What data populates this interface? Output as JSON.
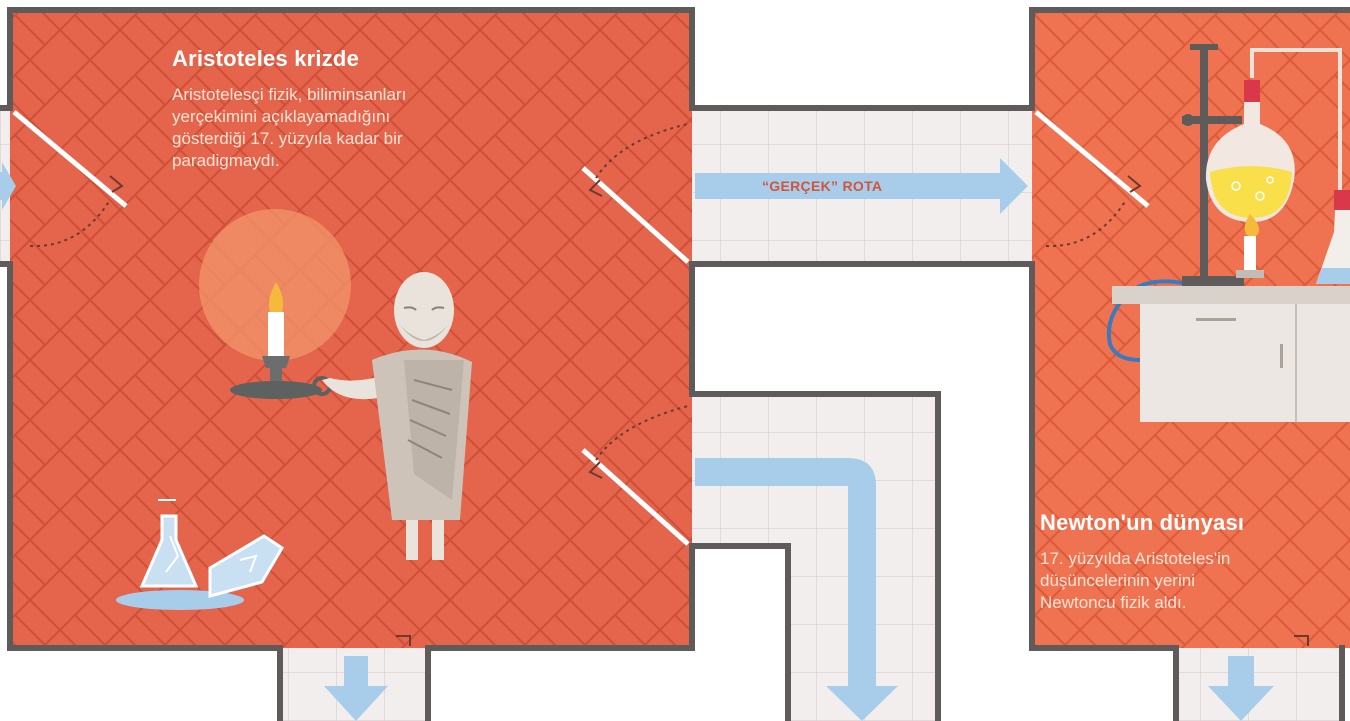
{
  "rooms": {
    "aristotle": {
      "title": "Aristoteles krizde",
      "lines": [
        "Aristotelesçi fizik, biliminsanları",
        "yerçekimini açıklayamadığını",
        "gösterdiği 17. yüzyıla kadar bir",
        "paradigmaydı."
      ]
    },
    "newton": {
      "title": "Newton'un dünyası",
      "lines": [
        "17. yüzyılda Aristoteles'in",
        "düşüncelerinin yerini",
        "Newtoncu fizik aldı."
      ]
    }
  },
  "route_label": "“GERÇEK” ROTA",
  "colors": {
    "room_left": "#e4654c",
    "room_right": "#ef7350",
    "brick_line": "#cf4f39",
    "wall": "#5f5b5a",
    "corridor": "#f3eeee",
    "arrow": "#a8cdea",
    "accent_text": "#d1553a"
  }
}
